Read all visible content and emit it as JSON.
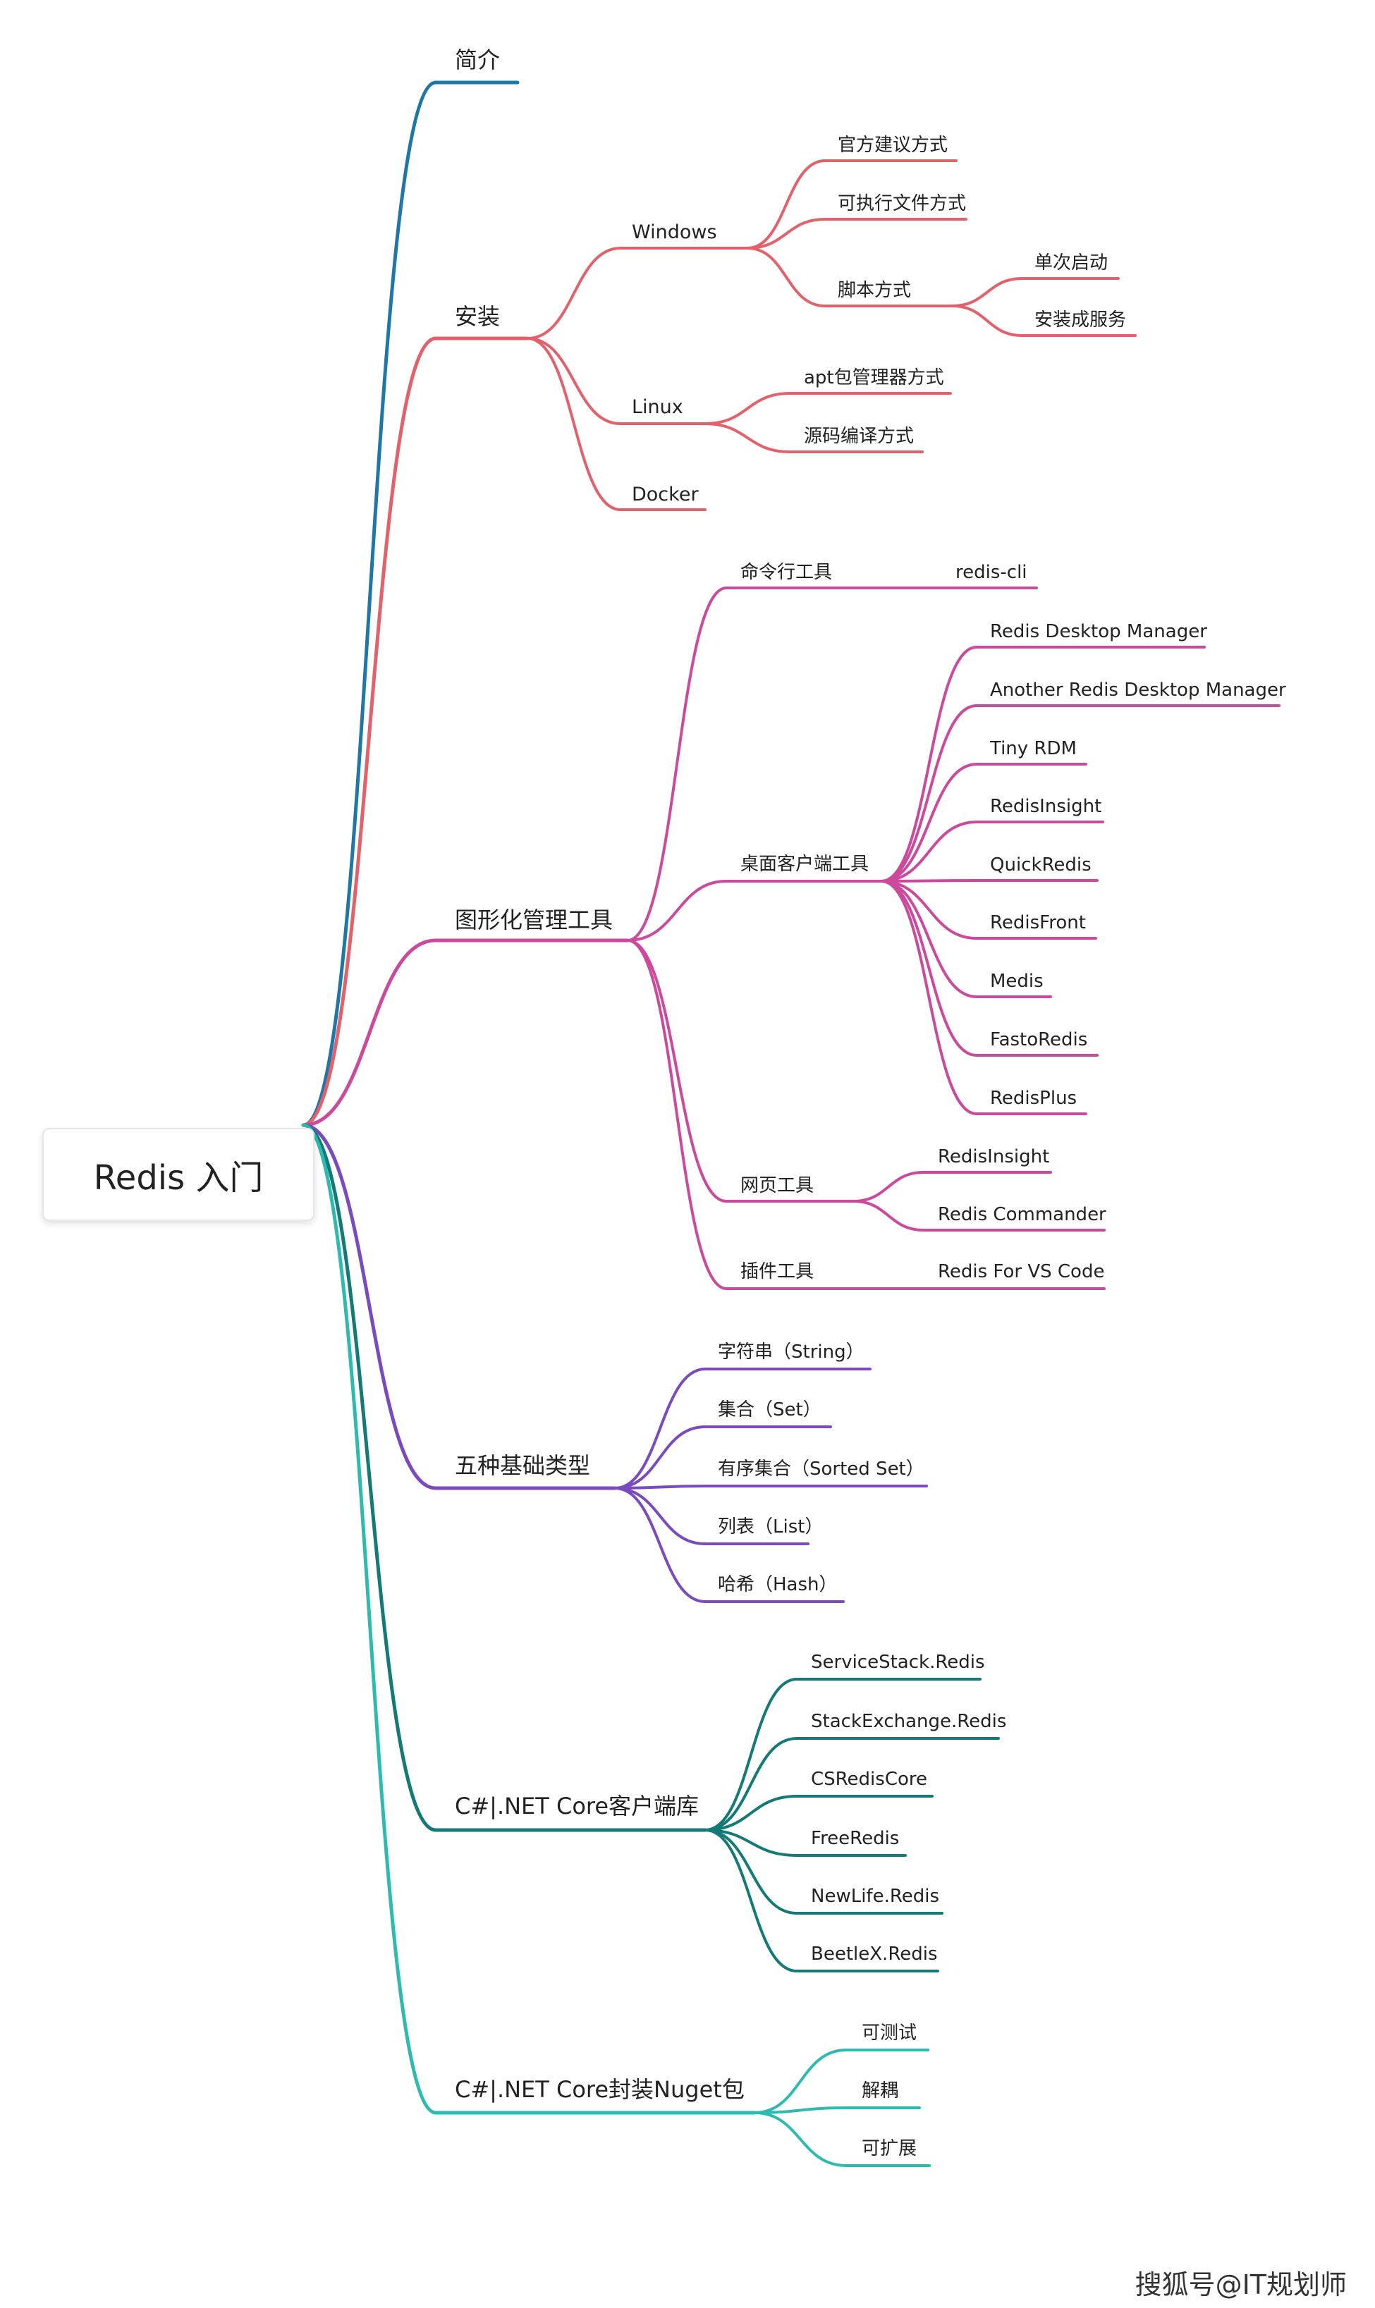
{
  "root": {
    "label": "Redis 入门"
  },
  "watermark": "搜狐号@IT规划师",
  "colors": {
    "intro": "#1f77a8",
    "install": "#e2616b",
    "gui": "#cc4a9b",
    "types": "#7a4bbf",
    "csharp": "#137a75",
    "nuget": "#2dbbb0"
  },
  "branches": {
    "intro": {
      "label": "简介"
    },
    "install": {
      "label": "安装",
      "windows": {
        "label": "Windows",
        "official": "官方建议方式",
        "exe": "可执行文件方式",
        "script": {
          "label": "脚本方式",
          "once": "单次启动",
          "service": "安装成服务"
        }
      },
      "linux": {
        "label": "Linux",
        "apt": "apt包管理器方式",
        "source": "源码编译方式"
      },
      "docker": {
        "label": "Docker"
      }
    },
    "gui": {
      "label": "图形化管理工具",
      "cli": {
        "label": "命令行工具",
        "redis_cli": "redis-cli"
      },
      "desktop": {
        "label": "桌面客户端工具",
        "items": [
          "Redis Desktop Manager",
          "Another Redis Desktop Manager",
          "Tiny RDM",
          "RedisInsight",
          "QuickRedis",
          "RedisFront",
          "Medis",
          "FastoRedis",
          "RedisPlus"
        ]
      },
      "web": {
        "label": "网页工具",
        "items": [
          "RedisInsight",
          "Redis Commander"
        ]
      },
      "plugin": {
        "label": "插件工具",
        "item": "Redis For VS Code"
      }
    },
    "types": {
      "label": "五种基础类型",
      "items": [
        "字符串（String）",
        "集合（Set）",
        "有序集合（Sorted Set）",
        "列表（List）",
        "哈希（Hash）"
      ]
    },
    "csharp": {
      "label": "C#|.NET Core客户端库",
      "items": [
        "ServiceStack.Redis",
        "StackExchange.Redis",
        "CSRedisCore",
        "FreeRedis",
        "NewLife.Redis",
        "BeetleX.Redis"
      ]
    },
    "nuget": {
      "label": "C#|.NET Core封装Nuget包",
      "items": [
        "可测试",
        "解耦",
        "可扩展"
      ]
    }
  }
}
